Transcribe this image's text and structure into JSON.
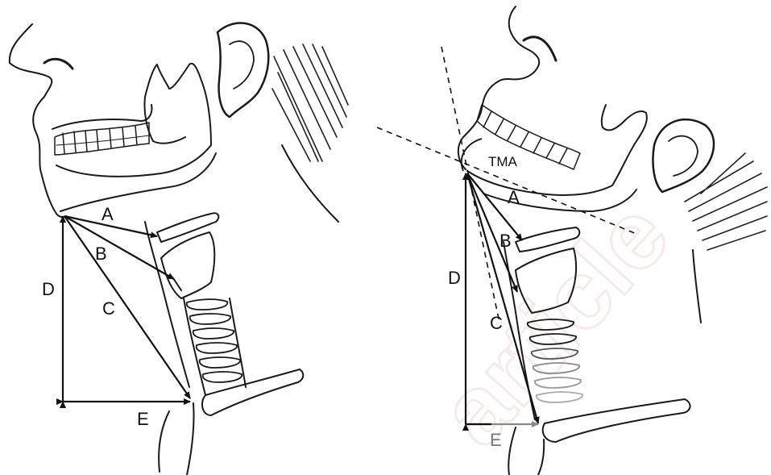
{
  "figure": {
    "left_panel": {
      "labels": {
        "a": "A",
        "b": "B",
        "c": "C",
        "d": "D",
        "e": "E"
      }
    },
    "right_panel": {
      "labels": {
        "a": "A",
        "b": "B",
        "c": "C",
        "d": "D",
        "e": "E",
        "angle": "TMA"
      }
    },
    "watermark": "article"
  }
}
